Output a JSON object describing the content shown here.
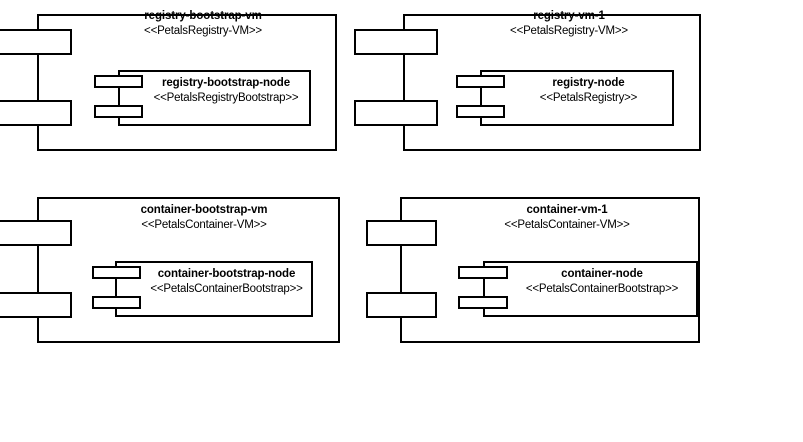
{
  "diagram": {
    "type": "uml-deployment-diagram",
    "background_color": "#ffffff",
    "line_color": "#000000",
    "text_color": "#000000"
  },
  "components": [
    {
      "id": "registry-bootstrap-vm",
      "name": "registry-bootstrap-vm",
      "stereotype": "<<PetalsRegistry-VM>>",
      "node": {
        "id": "registry-bootstrap-node",
        "name": "registry-bootstrap-node",
        "stereotype": "<<PetalsRegistryBootstrap>>"
      }
    },
    {
      "id": "registry-vm-1",
      "name": "registry-vm-1",
      "stereotype": "<<PetalsRegistry-VM>>",
      "node": {
        "id": "registry-node",
        "name": "registry-node",
        "stereotype": "<<PetalsRegistry>>"
      }
    },
    {
      "id": "container-bootstrap-vm",
      "name": "container-bootstrap-vm",
      "stereotype": "<<PetalsContainer-VM>>",
      "node": {
        "id": "container-bootstrap-node",
        "name": "container-bootstrap-node",
        "stereotype": "<<PetalsContainerBootstrap>>"
      }
    },
    {
      "id": "container-vm-1",
      "name": "container-vm-1",
      "stereotype": "<<PetalsContainer-VM>>",
      "node": {
        "id": "container-node",
        "name": "container-node",
        "stereotype": "<<PetalsContainerBootstrap>>"
      }
    }
  ]
}
